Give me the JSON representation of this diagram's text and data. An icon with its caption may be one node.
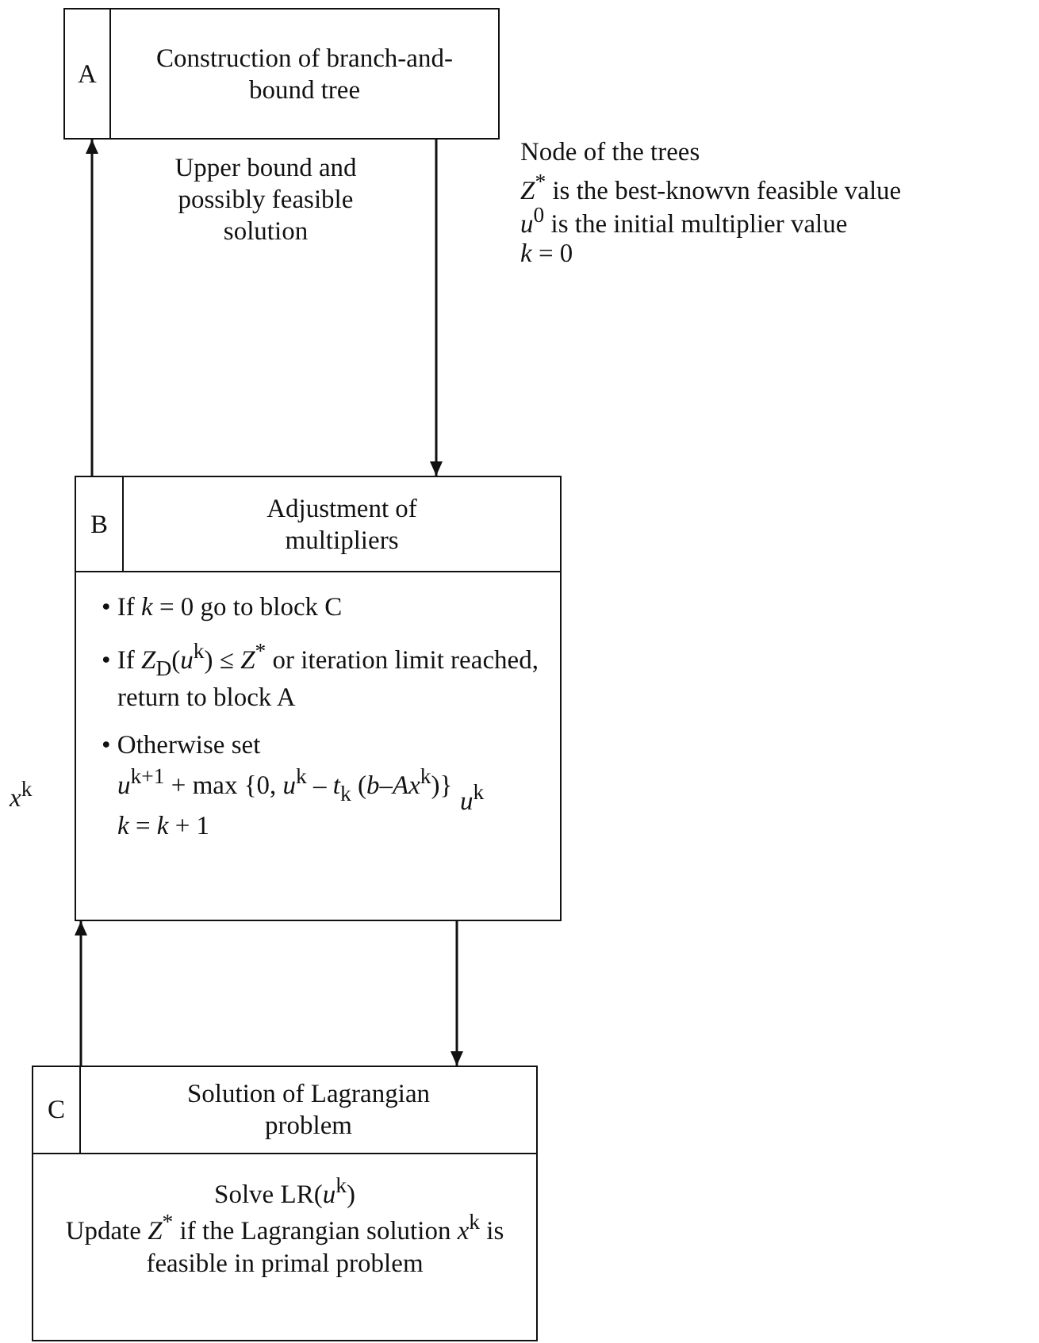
{
  "diagram": {
    "nodes": [
      {
        "text": [
          "A",
          "Construction of branch-and-bound tree"
        ]
      },
      {
        "text": [
          "B",
          "Adjustment of multipliers",
          "• If *k* = 0 go to block C",
          "• If *Z*$_{D}$(*u*$^{k}$) ≤ *Z*$^{*}$ or iteration limit reached, return to block A",
          "• Otherwise set",
          "*u*$^{k+1}$ + max {0, *u*$^{k}$ – *t*$_{k}$ (*b*–*Ax*$^{k}$)}",
          "*k* = *k* + 1"
        ]
      },
      {
        "text": [
          "C",
          "Solution of Lagrangian problem",
          "Solve LR(*u*$^{k}$)",
          "Update *Z*$^{*}$ if the Lagrangian solution *x*$^{k}$ is feasible in primal problem"
        ]
      }
    ],
    "edges": [
      {
        "from": 1,
        "to": 0,
        "arrow": "to",
        "label": "Upper bound and possibly feasible solution"
      },
      {
        "from": 0,
        "to": 1,
        "arrow": "to",
        "label": "Node of the trees"
      },
      {
        "from": 2,
        "to": 1,
        "arrow": "to"
      },
      {
        "from": 1,
        "to": 2,
        "arrow": "to"
      }
    ],
    "labels": [
      "*Z*$^{*}$  is the best-knowvn feasible value",
      "*u*$^{0}$  is the initial multiplier value",
      "*k* = 0",
      "*x*$^{k}$",
      "*u*$^{k}$"
    ]
  }
}
